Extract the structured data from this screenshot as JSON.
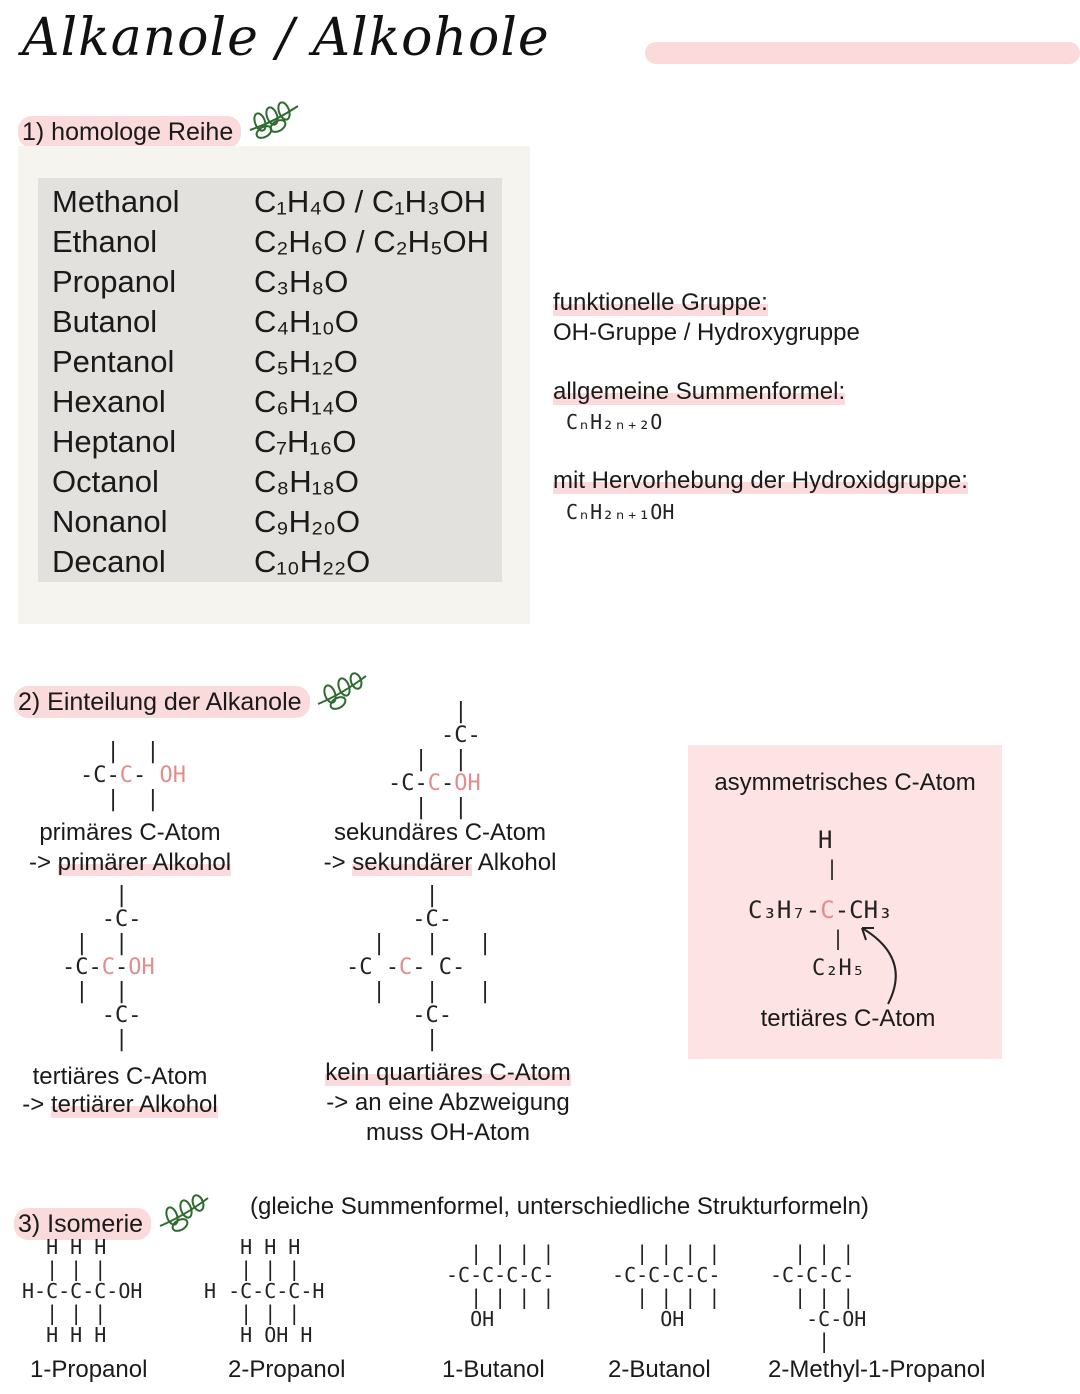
{
  "title": "Alkanole / Alkohole",
  "section1": {
    "heading": "1) homologe Reihe",
    "rows": [
      {
        "name": "Methanol",
        "formula": "C₁H₄O / C₁H₃OH"
      },
      {
        "name": "Ethanol",
        "formula": "C₂H₆O / C₂H₅OH"
      },
      {
        "name": "Propanol",
        "formula": "C₃H₈O"
      },
      {
        "name": "Butanol",
        "formula": "C₄H₁₀O"
      },
      {
        "name": "Pentanol",
        "formula": "C₅H₁₂O"
      },
      {
        "name": "Hexanol",
        "formula": "C₆H₁₄O"
      },
      {
        "name": "Heptanol",
        "formula": "C₇H₁₆O"
      },
      {
        "name": "Octanol",
        "formula": "C₈H₁₈O"
      },
      {
        "name": "Nonanol",
        "formula": "C₉H₂₀O"
      },
      {
        "name": "Decanol",
        "formula": "C₁₀H₂₂O"
      }
    ],
    "functional_group_label": "funktionelle Gruppe:",
    "functional_group_value": "OH-Gruppe / Hydroxygruppe",
    "general_formula_label": "allgemeine Summenformel:",
    "general_formula_value": "CₙH₂ₙ₊₂O",
    "hydroxide_label": "mit Hervorhebung der Hydroxidgruppe:",
    "hydroxide_value": "CₙH₂ₙ₊₁OH"
  },
  "section2": {
    "heading": "2) Einteilung der Alkanole",
    "primary_line1": "primäres C-Atom",
    "primary_line2_prefix": "->",
    "primary_line2": "primärer Alkohol",
    "secondary_line1": "sekundäres C-Atom",
    "secondary_line2_prefix": "->",
    "secondary_line2_hl": "sekundärer",
    "secondary_line2_rest": "Alkohol",
    "tertiary_line1": "tertiäres C-Atom",
    "tertiary_line2_prefix": "->",
    "tertiary_line2": "tertiärer Alkohol",
    "quaternary_line1": "kein quartiäres C-Atom",
    "quaternary_line2": "-> an eine Abzweigung",
    "quaternary_line3": "muss OH-Atom",
    "asym_title": "asymmetrisches C-Atom",
    "asym_caption": "tertiäres C-Atom",
    "asym_h": "H",
    "asym_left": "C₃H₇",
    "asym_center": "C",
    "asym_right": "CH₃",
    "asym_bottom": "C₂H₅",
    "oh": "OH",
    "c": "C"
  },
  "section3": {
    "heading": "3) Isomerie",
    "subtitle": "(gleiche Summenformel, unterschiedliche Strukturformeln)",
    "labels": [
      "1-Propanol",
      "2-Propanol",
      "1-Butanol",
      "2-Butanol",
      "2-Methyl-1-Propanol"
    ]
  },
  "colors": {
    "accent": "#fadada",
    "pink_atom": "#e38c8c",
    "leaf": "#2f6b2f"
  }
}
